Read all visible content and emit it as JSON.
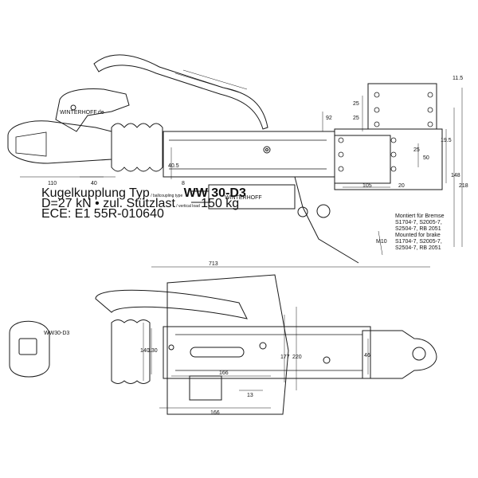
{
  "spec_block": {
    "line1_prefix": "Kugelkupplung Typ",
    "line1_small": " / ballcoupling type ",
    "line1_model": "WW 30-D3",
    "line2_a": "D=27 kN  •  zul. Stützlast",
    "line2_small": " / vertical load ",
    "line2_b": "150 kg",
    "line3": "ECE: E1 55R-010640"
  },
  "brake_note": {
    "line1": "Montiert für Bremse",
    "line2": "S1704-7, S2005-7,",
    "line3": "S2504-7, RB 2051",
    "line4": "Mounted for brake",
    "line5": "S1704-7, S2005-7,",
    "line6": "S2504-7, RB 2051"
  },
  "dimensions": {
    "d110": "110",
    "d40": "40",
    "d405": "40.5",
    "d8": "8",
    "d92": "92",
    "d25a": "25",
    "d25b": "25",
    "d25c": "25",
    "d50": "50",
    "d105": "105",
    "d20": "20",
    "d195": "19.5",
    "d148": "148",
    "d218": "218",
    "d116": "11.5",
    "d713": "713",
    "d140": "140",
    "d130": "130",
    "d177": "177",
    "d220": "220",
    "d46": "46",
    "d166a": "166",
    "d166b": "166",
    "d13": "13",
    "m10": "M10"
  },
  "labels": {
    "brand_side": "WINTERHOFF.de",
    "brand_top": "WW30-D3",
    "damper_text": "WINTERHOFF"
  }
}
